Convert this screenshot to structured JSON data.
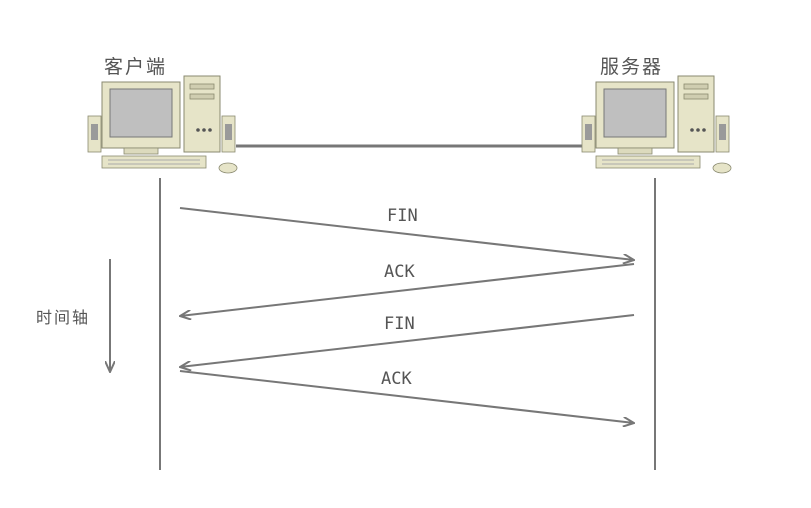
{
  "client": {
    "label": "客户端"
  },
  "server": {
    "label": "服务器"
  },
  "time_axis": {
    "label": "时间轴"
  },
  "messages": [
    {
      "label": "FIN",
      "direction": "client-to-server"
    },
    {
      "label": "ACK",
      "direction": "server-to-client"
    },
    {
      "label": "FIN",
      "direction": "server-to-client"
    },
    {
      "label": "ACK",
      "direction": "client-to-server"
    }
  ],
  "colors": {
    "line": "#777777",
    "text": "#555555",
    "case": "#e6e4c8",
    "screen": "#bfbfbf"
  }
}
